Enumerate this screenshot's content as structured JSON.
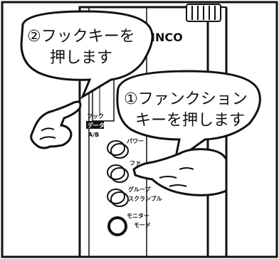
{
  "callouts": {
    "step2": {
      "line1": "②フックキーを",
      "line2": "押します"
    },
    "step1": {
      "line1": "①ファンクション",
      "line2": "キーを押します"
    }
  },
  "device": {
    "brand": "INCO",
    "left_labels": {
      "hook": "フック",
      "data": "データ",
      "ab": "A/B"
    },
    "button_labels": {
      "power": "パワー",
      "func": "ファ",
      "group": "グループ",
      "scramble": "スクランブル",
      "monitor": "モニター",
      "mode": "モード"
    }
  }
}
